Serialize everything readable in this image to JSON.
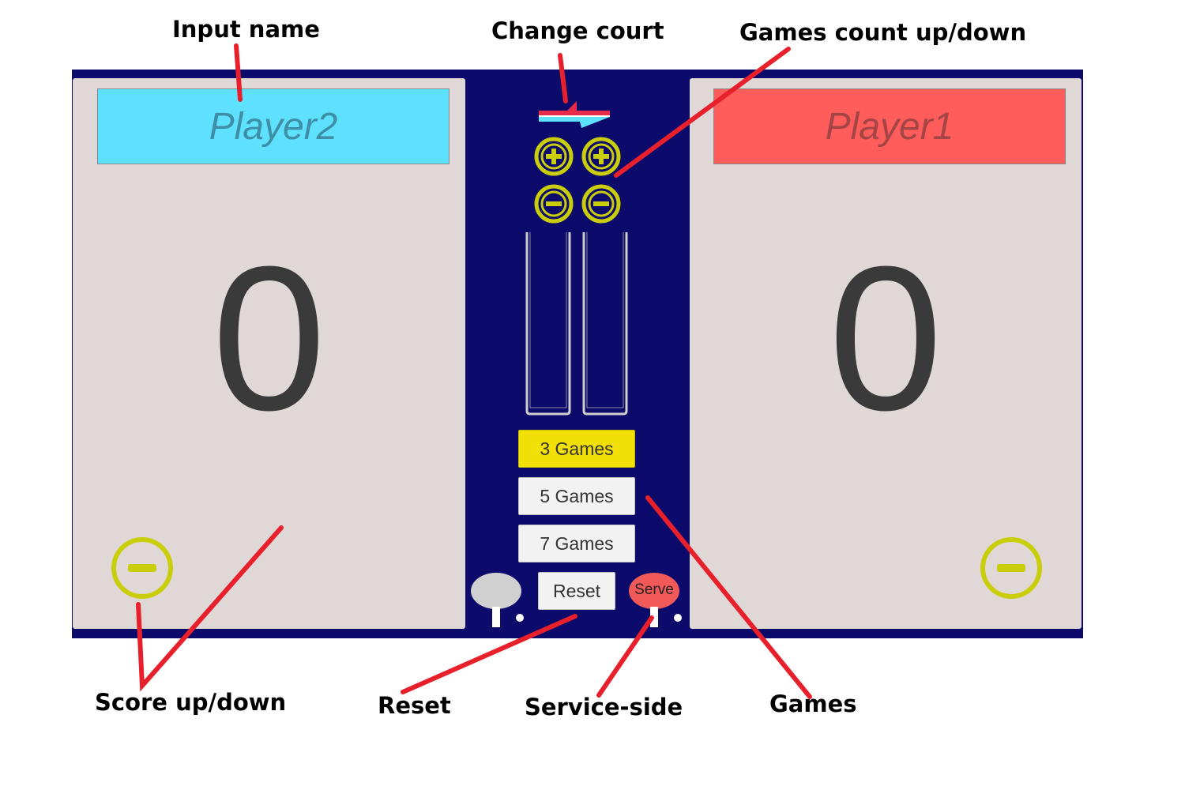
{
  "players": {
    "left": {
      "name_placeholder": "Player2",
      "name_color": "#5ee0ff",
      "score": "0"
    },
    "right": {
      "name_placeholder": "Player1",
      "name_color": "#ff5c5c",
      "score": "0"
    }
  },
  "center": {
    "change_court_icon": "swap-arrows-icon",
    "games_plus_icon": "plus-circle-icon",
    "games_minus_icon": "minus-circle-icon",
    "game_options": [
      {
        "label": "3 Games",
        "selected": true
      },
      {
        "label": "5 Games",
        "selected": false
      },
      {
        "label": "7 Games",
        "selected": false
      }
    ],
    "reset_label": "Reset",
    "serve_label": "Serve"
  },
  "colors": {
    "board": "#0c0a6b",
    "panel": "#e0d7d7",
    "accent_yellow": "#c9cd0a",
    "selected_game": "#f1df08",
    "serve_red": "#f25a5a",
    "annotation_line": "#e8202c"
  },
  "annotations": {
    "input_name": "Input name",
    "change_court": "Change court",
    "games_count": "Games count up/down",
    "score_updown": "Score up/down",
    "reset": "Reset",
    "service_side": "Service-side",
    "games": "Games"
  }
}
